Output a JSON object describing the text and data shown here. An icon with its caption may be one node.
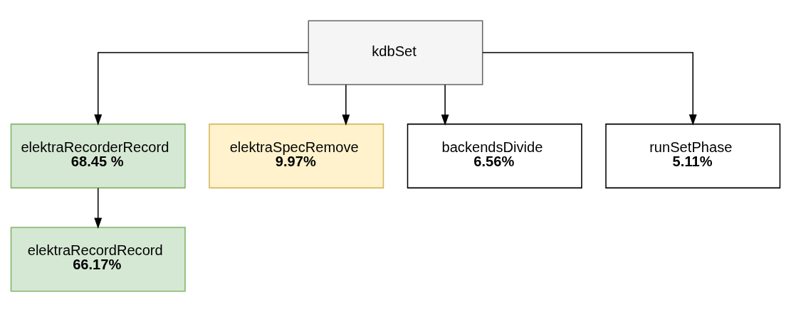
{
  "diagram": {
    "nodes": [
      {
        "text": [
          "kdbSet"
        ]
      },
      {
        "text": [
          "elektraRecorderRecord",
          "68.45 %"
        ]
      },
      {
        "text": [
          "elektraSpecRemove",
          "9.97%"
        ]
      },
      {
        "text": [
          "backendsDivide",
          "6.56%"
        ]
      },
      {
        "text": [
          "runSetPhase",
          "5.11%"
        ]
      },
      {
        "text": [
          "elektraRecordRecord",
          "66.17%"
        ]
      }
    ],
    "edges": [
      {
        "from": 0,
        "to": 1,
        "arrow": "to"
      },
      {
        "from": 0,
        "to": 2,
        "arrow": "to"
      },
      {
        "from": 0,
        "to": 3,
        "arrow": "to"
      },
      {
        "from": 0,
        "to": 4,
        "arrow": "to"
      },
      {
        "from": 1,
        "to": 5,
        "arrow": "to"
      }
    ]
  }
}
